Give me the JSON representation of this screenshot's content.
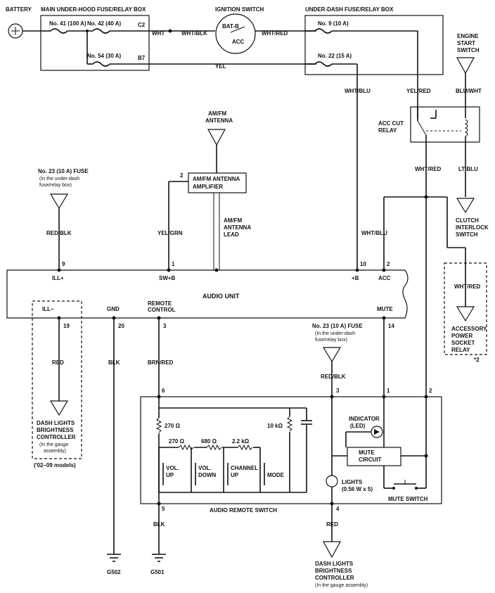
{
  "battery": {
    "label": "BATTERY"
  },
  "main_fuse_box": {
    "title": "MAIN UNDER-HOOD FUSE/RELAY BOX",
    "fuses": [
      "No. 41 (100 A)",
      "No. 42 (40 A)",
      "No. 54 (30 A)"
    ],
    "connectors": [
      "C2",
      "B7"
    ]
  },
  "ignition_switch": {
    "title": "IGNITION SWITCH",
    "terminals": [
      "BAT-B",
      "ACC"
    ]
  },
  "under_dash_box": {
    "title": "UNDER-DASH FUSE/RELAY BOX",
    "fuses": [
      "No. 9 (10 A)",
      "No. 22 (15 A)"
    ]
  },
  "engine_start_switch": {
    "lines": [
      "ENGINE",
      "START",
      "SWITCH"
    ]
  },
  "acc_cut_relay": {
    "lines": [
      "ACC CUT",
      "RELAY"
    ]
  },
  "clutch_interlock": {
    "lines": [
      "CLUTCH",
      "INTERLOCK",
      "SWITCH"
    ]
  },
  "antenna": {
    "lines": [
      "AM/FM",
      "ANTENNA"
    ]
  },
  "antenna_amp": {
    "lines": [
      "AM/FM ANTENNA",
      "AMPLIFIER"
    ],
    "pin": "2"
  },
  "antenna_lead": {
    "lines": [
      "AM/FM",
      "ANTENNA",
      "LEAD"
    ]
  },
  "fuse23_top": {
    "lines": [
      "No. 23 (10 A) FUSE",
      "(In the under-dash",
      "fuse/relay box)"
    ]
  },
  "fuse23_mid": {
    "lines": [
      "No. 23 (10 A) FUSE",
      "(In the under-dash",
      "fuse/relay box)"
    ]
  },
  "audio_unit": {
    "title": "AUDIO UNIT",
    "top_pins": [
      {
        "num": "9",
        "label": "ILL+"
      },
      {
        "num": "1",
        "label": "SW+B"
      },
      {
        "num": "10",
        "label": "+B"
      },
      {
        "num": "2",
        "label": "ACC"
      }
    ],
    "bottom_pins": [
      {
        "num": "19",
        "label": "ILL−"
      },
      {
        "num": "20",
        "label": "GND"
      },
      {
        "num": "3",
        "label": "REMOTE"
      },
      {
        "num": "14",
        "label": "MUTE"
      }
    ],
    "remote_label2": "CONTROL"
  },
  "accessory_relay": {
    "lines": [
      "ACCESSORY",
      "POWER",
      "SOCKET",
      "RELAY"
    ],
    "note": "*2"
  },
  "dash_controller_left": {
    "lines": [
      "DASH LIGHTS",
      "BRIGHTNESS",
      "CONTROLLER",
      "(In the gauge",
      "assembly)"
    ],
    "note": "('02–09 models)"
  },
  "dash_controller_bottom": {
    "lines": [
      "DASH LIGHTS",
      "BRIGHTNESS",
      "CONTROLLER",
      "(In the gauge assembly)"
    ]
  },
  "remote_switch": {
    "title": "AUDIO REMOTE SWITCH",
    "pins": [
      "6",
      "3",
      "1",
      "2",
      "5",
      "4"
    ],
    "resistors": [
      "270 Ω",
      "270 Ω",
      "680 Ω",
      "2.2 kΩ",
      "10 kΩ"
    ],
    "buttons": [
      [
        "VOL.",
        "UP"
      ],
      [
        "VOL.",
        "DOWN"
      ],
      [
        "CHANNEL",
        "UP"
      ],
      [
        "MODE"
      ]
    ],
    "indicator": [
      "INDICATOR",
      "(LED)"
    ],
    "mute_circuit": [
      "MUTE",
      "CIRCUIT"
    ],
    "lights": [
      "LIGHTS",
      "(0.56 W x 5)"
    ],
    "mute_switch": "MUTE SWITCH"
  },
  "grounds": [
    "G502",
    "G501"
  ],
  "wires": {
    "wht": "WHT",
    "wht_blk": "WHT/BLK",
    "wht_red": "WHT/RED",
    "yel": "YEL",
    "wht_blu": "WHT/BLU",
    "yel_red": "YEL/RED",
    "blu_wht": "BLU/WHT",
    "wht_red2": "WHT/RED",
    "lt_blu": "LT BLU",
    "red_blk": "RED/BLK",
    "yel_grn": "YEL/GRN",
    "wht_blu2": "WHT/BLU",
    "wht_red3": "WHT/RED",
    "red": "RED",
    "blk": "BLK",
    "brn_red": "BRN/RED",
    "red_blk2": "RED/BLK",
    "blk2": "BLK",
    "red2": "RED"
  }
}
